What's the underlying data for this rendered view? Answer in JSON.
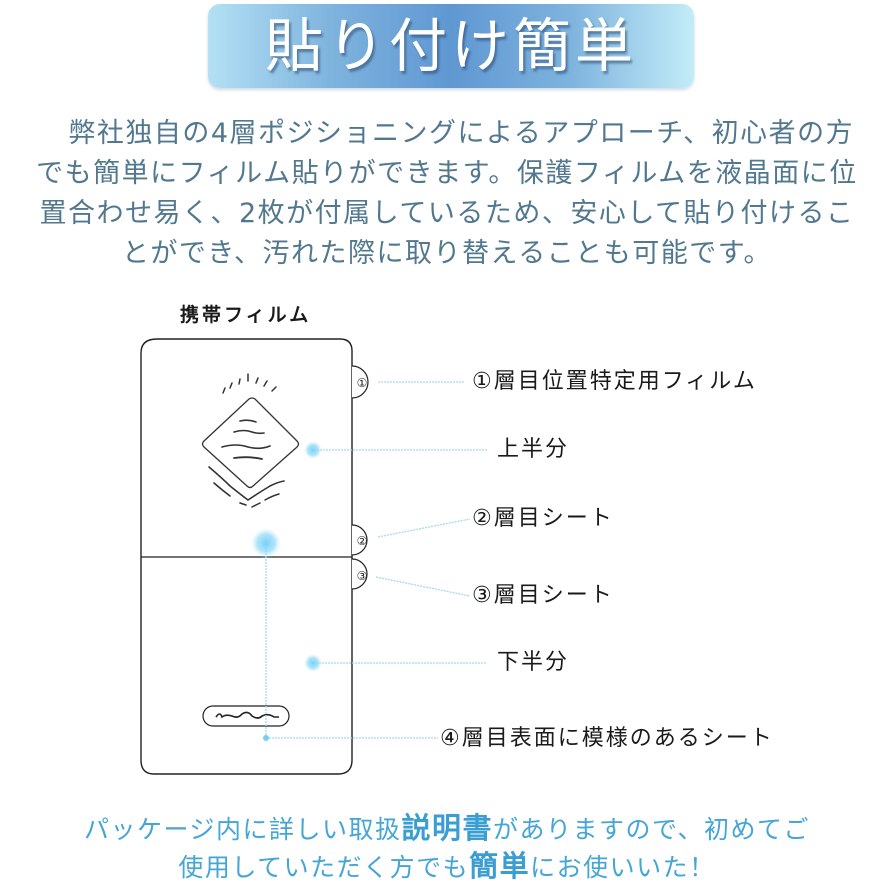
{
  "banner": {
    "title": "貼り付け簡単"
  },
  "intro": {
    "lines": [
      "　弊社独自の4層ポジショニングによるアプローチ、初心者の方",
      "でも簡単にフィルム貼りができます。保護フィルムを液晶面に位",
      "置合わせ易く、2枚が付属しているため、安心して貼り付けるこ",
      "とができ、汚れた際に取り替えることも可能です。"
    ]
  },
  "diagram": {
    "title": "携帯フィルム",
    "tabs": [
      "①",
      "②",
      "③"
    ],
    "labels": {
      "layer1": "①層目位置特定用フィルム",
      "upper_half": "上半分",
      "layer2": "②層目シート",
      "layer3": "③層目シート",
      "lower_half": "下半分",
      "layer4": "④層目表面に模様のあるシート"
    },
    "colors": {
      "outline": "#222222",
      "leader": "#9fd8ee",
      "dot": "#8fd6f5"
    }
  },
  "footer": {
    "line1_pre": "パッケージ内に詳しい取扱",
    "line1_em": "説明書",
    "line1_post": "がありますので、初めてご",
    "line2_pre": "使用していただく方でも",
    "line2_em": "簡単",
    "line2_post": "にお使いいた！"
  }
}
